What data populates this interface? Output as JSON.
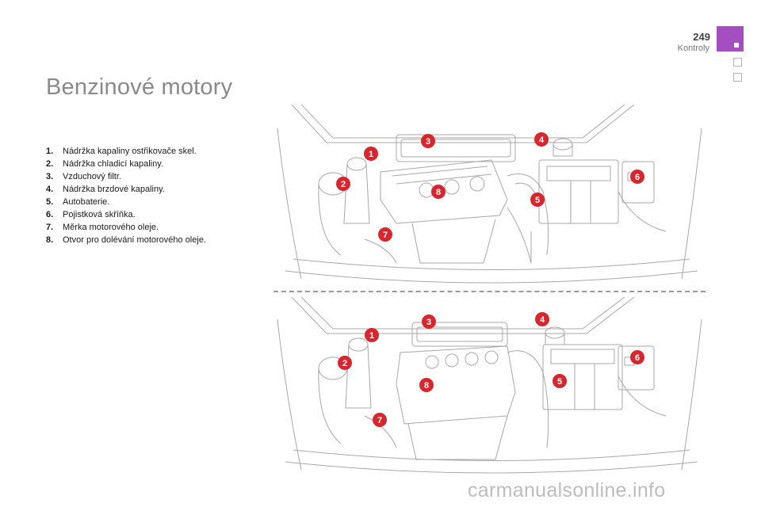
{
  "header": {
    "page_number": "249",
    "section": "Kontroly"
  },
  "title": "Benzinové motory",
  "legend": [
    {
      "num": "1.",
      "text": "Nádržka kapaliny ostřikovače skel."
    },
    {
      "num": "2.",
      "text": "Nádržka chladicí kapaliny."
    },
    {
      "num": "3.",
      "text": "Vzduchový filtr."
    },
    {
      "num": "4.",
      "text": "Nádržka brzdové kapaliny."
    },
    {
      "num": "5.",
      "text": "Autobaterie."
    },
    {
      "num": "6.",
      "text": "Pojistková skříňka."
    },
    {
      "num": "7.",
      "text": "Měrka motorového oleje."
    },
    {
      "num": "8.",
      "text": "Otvor pro dolévání motorového oleje."
    }
  ],
  "diagrams": {
    "top_markers": [
      "1",
      "2",
      "3",
      "4",
      "5",
      "6",
      "7",
      "8"
    ],
    "bottom_markers": [
      "1",
      "2",
      "3",
      "4",
      "5",
      "6",
      "7",
      "8"
    ]
  },
  "colors": {
    "accent": "#a44ec1",
    "marker": "#d8262e",
    "line": "#a8a8a8"
  },
  "watermark": "carmanualsonline.info"
}
